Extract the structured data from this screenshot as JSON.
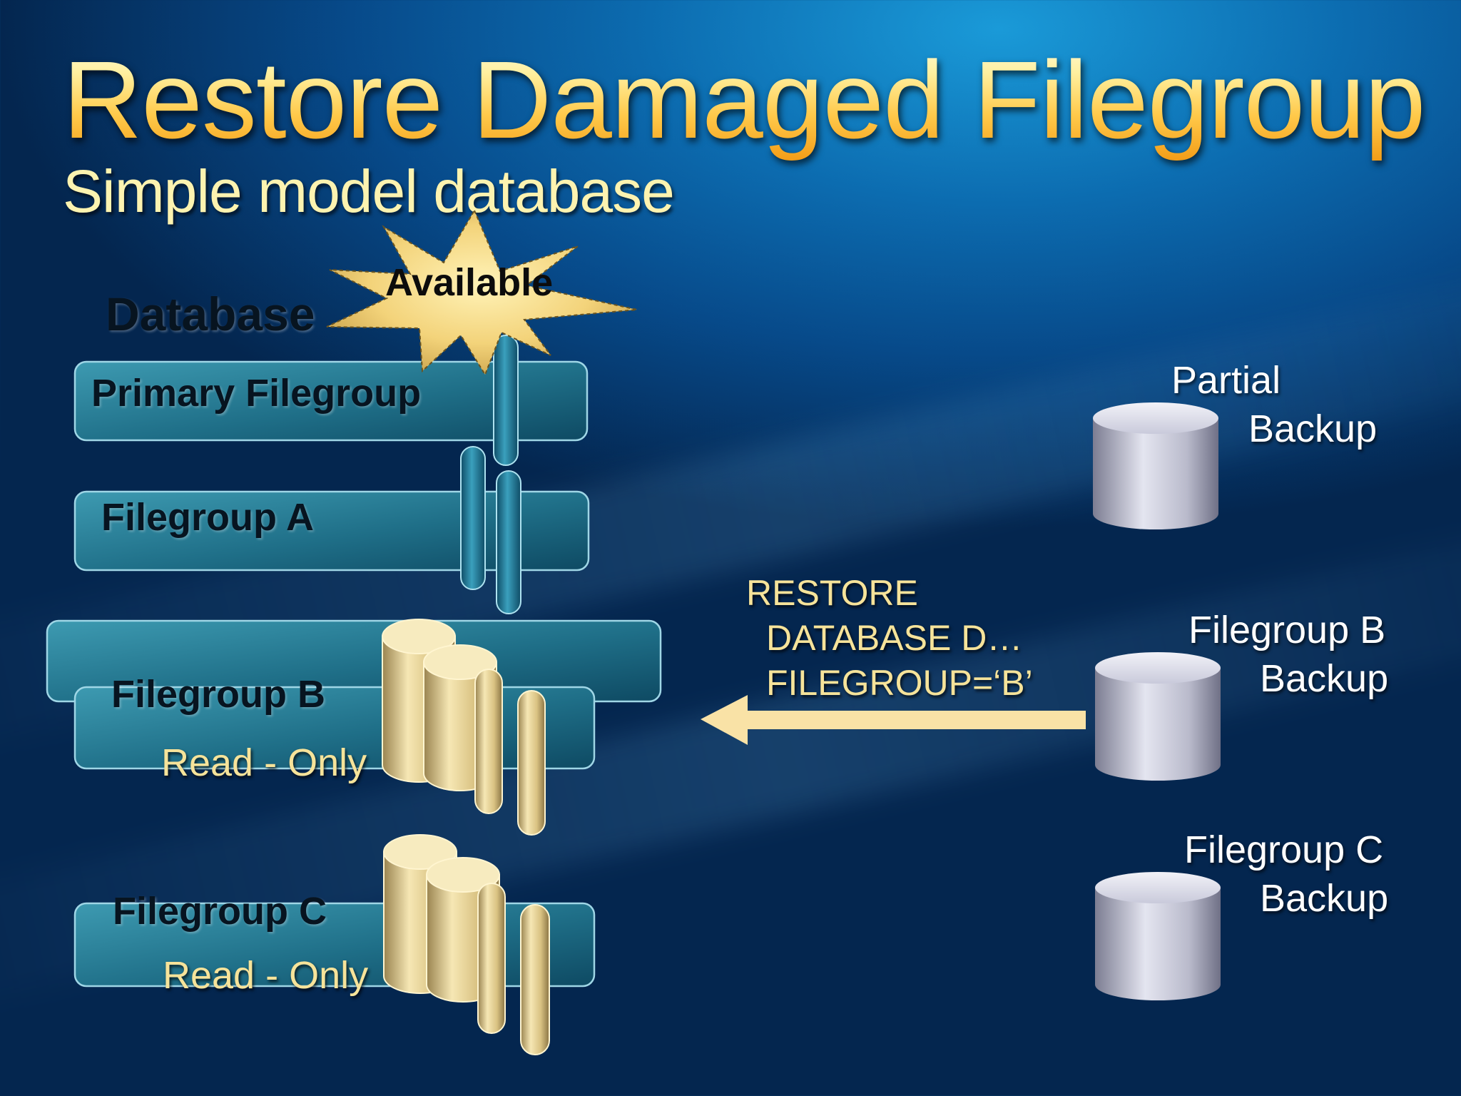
{
  "title": "Restore Damaged Filegroup",
  "subtitle": "Simple model database",
  "diagram": {
    "database_label": "Database",
    "status_burst": "Available",
    "filegroups": [
      {
        "label": "Primary Filegroup"
      },
      {
        "label": "Filegroup A"
      },
      {
        "label": "Filegroup B",
        "state": "Read - Only"
      },
      {
        "label": "Filegroup C",
        "state": "Read - Only"
      }
    ],
    "restore_command": [
      "RESTORE",
      "DATABASE D…",
      "FILEGROUP=‘B’"
    ],
    "backups": [
      {
        "line1": "Partial",
        "line2": "Backup"
      },
      {
        "line1": "Filegroup B",
        "line2": "Backup"
      },
      {
        "line1": "Filegroup C",
        "line2": "Backup"
      }
    ]
  },
  "colors": {
    "title_gold": "#ffc94a",
    "filegroup_teal": "#2b7f96",
    "file_gold": "#e6cf88",
    "arrow": "#f9e2a6",
    "backup_silver": "#c6c7d8"
  }
}
